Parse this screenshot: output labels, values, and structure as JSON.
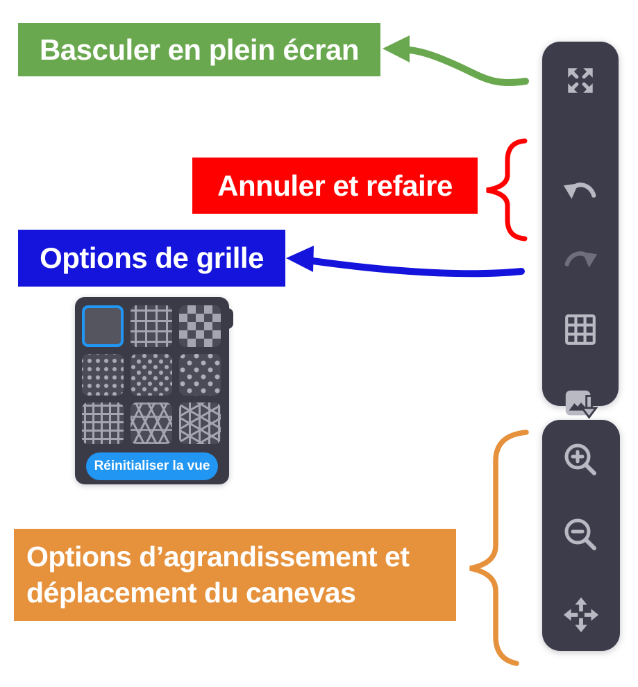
{
  "annotations": {
    "fullscreen": {
      "label": "Basculer en plein écran",
      "color": "#6aa84f"
    },
    "undo_redo": {
      "label": "Annuler et refaire",
      "color": "#ff0000"
    },
    "grid": {
      "label": "Options de grille",
      "color": "#1414dc"
    },
    "zoom_pan": {
      "line1": "Options d’agrandissement et",
      "line2": "déplacement du canevas",
      "color": "#e6913c"
    }
  },
  "toolbar_top": {
    "buttons": [
      {
        "name": "fullscreen-toggle",
        "icon": "expand-arrows-icon",
        "enabled": true
      },
      {
        "name": "undo",
        "icon": "undo-arrow-icon",
        "enabled": true
      },
      {
        "name": "redo",
        "icon": "redo-arrow-icon",
        "enabled": false
      },
      {
        "name": "grid-options",
        "icon": "grid-icon",
        "enabled": true
      },
      {
        "name": "export-image",
        "icon": "image-download-icon",
        "enabled": true
      }
    ]
  },
  "toolbar_bottom": {
    "buttons": [
      {
        "name": "zoom-in",
        "icon": "magnifier-plus-icon",
        "enabled": true
      },
      {
        "name": "zoom-out",
        "icon": "magnifier-minus-icon",
        "enabled": true
      },
      {
        "name": "pan-canvas",
        "icon": "move-arrows-icon",
        "enabled": true
      }
    ]
  },
  "grid_panel": {
    "tiles": [
      {
        "name": "no-grid",
        "selected": true
      },
      {
        "name": "large-grid",
        "selected": false
      },
      {
        "name": "checkerboard",
        "selected": false
      },
      {
        "name": "dots-square",
        "selected": false
      },
      {
        "name": "dots-offset",
        "selected": false
      },
      {
        "name": "dots-sparse",
        "selected": false
      },
      {
        "name": "fine-grid",
        "selected": false
      },
      {
        "name": "triangle-crosshatch",
        "selected": false
      },
      {
        "name": "isometric-grid",
        "selected": false
      }
    ],
    "reset_button": "Réinitialiser la vue",
    "selection_color": "#2196f3"
  },
  "colors": {
    "toolbar_bg": "#3c3c4b",
    "icon": "#b8b9c3",
    "icon_disabled": "#6e6e7c",
    "accent_blue": "#2196f3"
  }
}
